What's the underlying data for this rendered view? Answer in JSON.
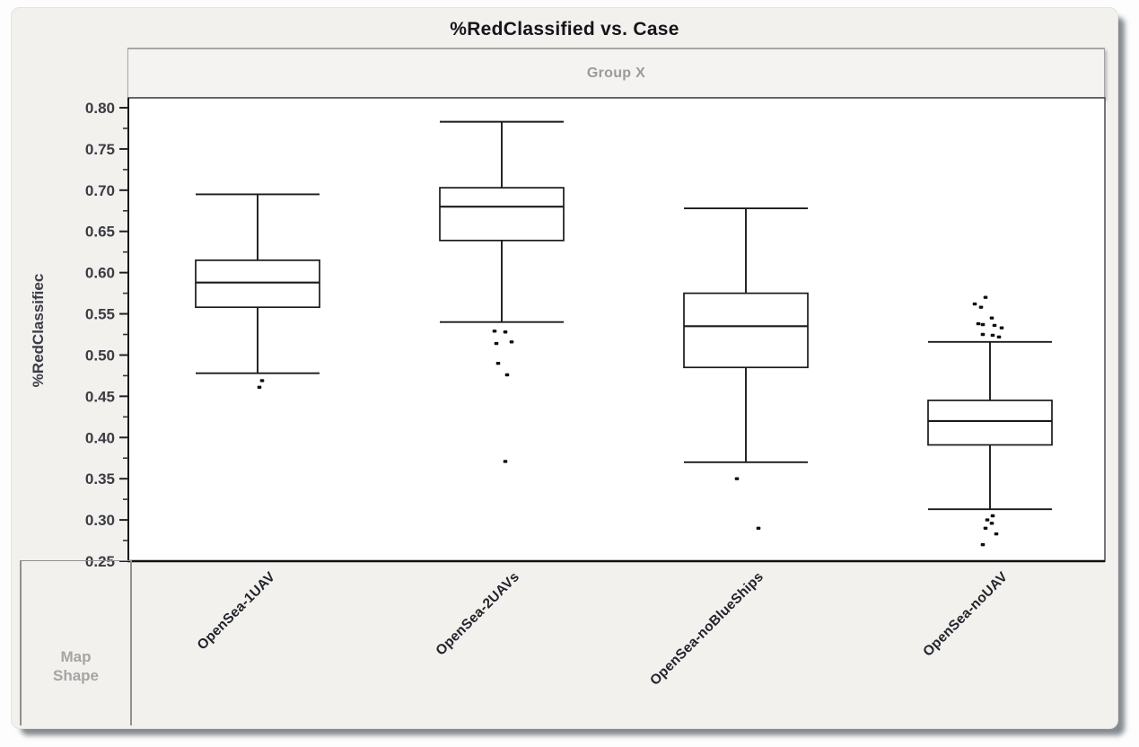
{
  "window": {
    "background_color": "#f2f1ee",
    "shadow_color": "#70757b"
  },
  "chart_data": {
    "type": "boxplot",
    "title": "%RedClassified vs. Case",
    "group_band_label": "Group X",
    "ylabel": "%RedClassifiec",
    "corner_cell_label": "Map\nShape",
    "grid": false,
    "legend": null,
    "y_axis": {
      "min": 0.25,
      "max": 0.8,
      "major_tick_step": 0.05,
      "minor_tick_step": 0.025,
      "ticks": [
        {
          "value": 0.8,
          "label": "0.80"
        },
        {
          "value": 0.75,
          "label": "0.75"
        },
        {
          "value": 0.7,
          "label": "0.70"
        },
        {
          "value": 0.65,
          "label": "0.65"
        },
        {
          "value": 0.6,
          "label": "0.60"
        },
        {
          "value": 0.55,
          "label": "0.55"
        },
        {
          "value": 0.5,
          "label": "0.50"
        },
        {
          "value": 0.45,
          "label": "0.45"
        },
        {
          "value": 0.4,
          "label": "0.40"
        },
        {
          "value": 0.35,
          "label": "0.35"
        },
        {
          "value": 0.3,
          "label": "0.30"
        },
        {
          "value": 0.25,
          "label": "0.25"
        }
      ],
      "minor_ticks": [
        0.775,
        0.725,
        0.675,
        0.625,
        0.575,
        0.525,
        0.475,
        0.425,
        0.375,
        0.325,
        0.275
      ]
    },
    "categories": [
      "OpenSea-1UAV",
      "OpenSea-2UAVs",
      "OpenSea-noBlueShips",
      "OpenSea-noUAV"
    ],
    "series": [
      {
        "category": "OpenSea-1UAV",
        "whisker_low": 0.478,
        "q1": 0.558,
        "median": 0.588,
        "q3": 0.615,
        "whisker_high": 0.695,
        "outliers": [
          {
            "value": 0.469,
            "dx": 5
          },
          {
            "value": 0.461,
            "dx": 2
          }
        ]
      },
      {
        "category": "OpenSea-2UAVs",
        "whisker_low": 0.54,
        "q1": 0.639,
        "median": 0.68,
        "q3": 0.703,
        "whisker_high": 0.783,
        "outliers": [
          {
            "value": 0.529,
            "dx": -8
          },
          {
            "value": 0.528,
            "dx": 4
          },
          {
            "value": 0.516,
            "dx": 11
          },
          {
            "value": 0.514,
            "dx": -6
          },
          {
            "value": 0.49,
            "dx": -4
          },
          {
            "value": 0.476,
            "dx": 6
          },
          {
            "value": 0.371,
            "dx": 4
          }
        ]
      },
      {
        "category": "OpenSea-noBlueShips",
        "whisker_low": 0.37,
        "q1": 0.485,
        "median": 0.535,
        "q3": 0.575,
        "whisker_high": 0.678,
        "outliers": [
          {
            "value": 0.35,
            "dx": -10
          },
          {
            "value": 0.29,
            "dx": 14
          }
        ]
      },
      {
        "category": "OpenSea-noUAV",
        "whisker_low": 0.313,
        "q1": 0.391,
        "median": 0.42,
        "q3": 0.445,
        "whisker_high": 0.516,
        "outliers": [
          {
            "value": 0.57,
            "dx": -5
          },
          {
            "value": 0.562,
            "dx": -17
          },
          {
            "value": 0.558,
            "dx": -10
          },
          {
            "value": 0.545,
            "dx": 2
          },
          {
            "value": 0.538,
            "dx": -13
          },
          {
            "value": 0.537,
            "dx": -8
          },
          {
            "value": 0.536,
            "dx": 5
          },
          {
            "value": 0.533,
            "dx": 13
          },
          {
            "value": 0.525,
            "dx": -8
          },
          {
            "value": 0.524,
            "dx": 3
          },
          {
            "value": 0.522,
            "dx": 10
          },
          {
            "value": 0.305,
            "dx": 3
          },
          {
            "value": 0.3,
            "dx": -3
          },
          {
            "value": 0.296,
            "dx": 2
          },
          {
            "value": 0.29,
            "dx": -5
          },
          {
            "value": 0.283,
            "dx": 7
          },
          {
            "value": 0.27,
            "dx": -8
          }
        ]
      }
    ],
    "style": {
      "box_stroke": "#1a1a1a",
      "plot_background": "#ffffff",
      "frame_stroke": "#3f3f3f",
      "tick_label_color": "#3b3b44",
      "group_label_color": "#9a9a9a",
      "corner_label_color": "#a5a5a5"
    }
  }
}
